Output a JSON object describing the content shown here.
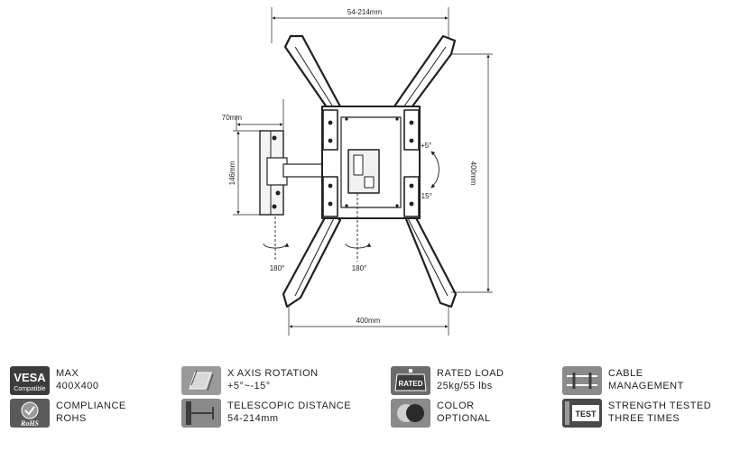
{
  "dimensions": {
    "top_width": "54-214mm",
    "depth": "70mm",
    "plate_height": "146mm",
    "vesa_height": "400mm",
    "vesa_width": "400mm",
    "tilt_up": "+5°",
    "tilt_down": "-15°",
    "swivel_left": "180°",
    "swivel_right": "180°"
  },
  "features": [
    {
      "icon": "vesa-icon",
      "icon_text": "VESA",
      "icon_subtext": "Compatible",
      "line1": "MAX",
      "line2": "400X400"
    },
    {
      "icon": "x-axis-rotation-icon",
      "line1": "X AXIS ROTATION",
      "line2": "+5°~-15°"
    },
    {
      "icon": "rated-load-icon",
      "icon_text": "RATED",
      "line1": "RATED LOAD",
      "line2": "25kg/55 lbs"
    },
    {
      "icon": "cable-management-icon",
      "line1": "CABLE",
      "line2": "MANAGEMENT"
    },
    {
      "icon": "rohs-icon",
      "icon_text": "RoHS",
      "line1": "COMPLIANCE",
      "line2": "ROHS"
    },
    {
      "icon": "telescopic-distance-icon",
      "line1": "TELESCOPIC DISTANCE",
      "line2": "54-214mm"
    },
    {
      "icon": "color-optional-icon",
      "line1": "COLOR",
      "line2": "OPTIONAL"
    },
    {
      "icon": "strength-test-icon",
      "icon_text": "TEST",
      "line1": "STRENGTH TESTED",
      "line2": "THREE TIMES"
    }
  ]
}
